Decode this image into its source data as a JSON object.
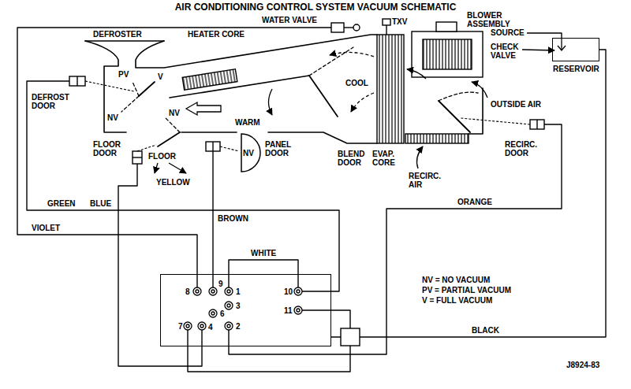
{
  "diagram": {
    "title": "AIR CONDITIONING CONTROL SYSTEM VACUUM SCHEMATIC",
    "nodes": [
      {
        "text": [
          "RESERVOIR"
        ]
      },
      {
        "text": [
          "8",
          "9",
          "1",
          "10",
          "3",
          "11",
          "7",
          "4",
          "6",
          "2"
        ]
      }
    ],
    "edges": [
      {
        "from": 0,
        "to": 1,
        "arrow": "none",
        "label": "BLACK"
      }
    ],
    "labels": [
      "WATER VALVE",
      "TXV",
      "BLOWER ASSEMBLY",
      "SOURCE",
      "CHECK VALVE",
      "DEFROSTER",
      "HEATER CORE",
      "COOL",
      "PV",
      "V",
      "NV",
      "NV",
      "DEFROST DOOR",
      "WARM",
      "OUTSIDE AIR",
      "BLEND DOOR",
      "EVAP. CORE",
      "RECIRC. DOOR",
      "FLOOR DOOR",
      "FLOOR",
      "NV",
      "PANEL DOOR",
      "RECIRC. AIR",
      "YELLOW",
      "GREEN",
      "BLUE",
      "BROWN",
      "ORANGE",
      "VIOLET",
      "WHITE",
      "NV = NO VACUUM",
      "PV = PARTIAL VACUUM",
      "V = FULL VACUUM",
      "J8924-83"
    ]
  }
}
